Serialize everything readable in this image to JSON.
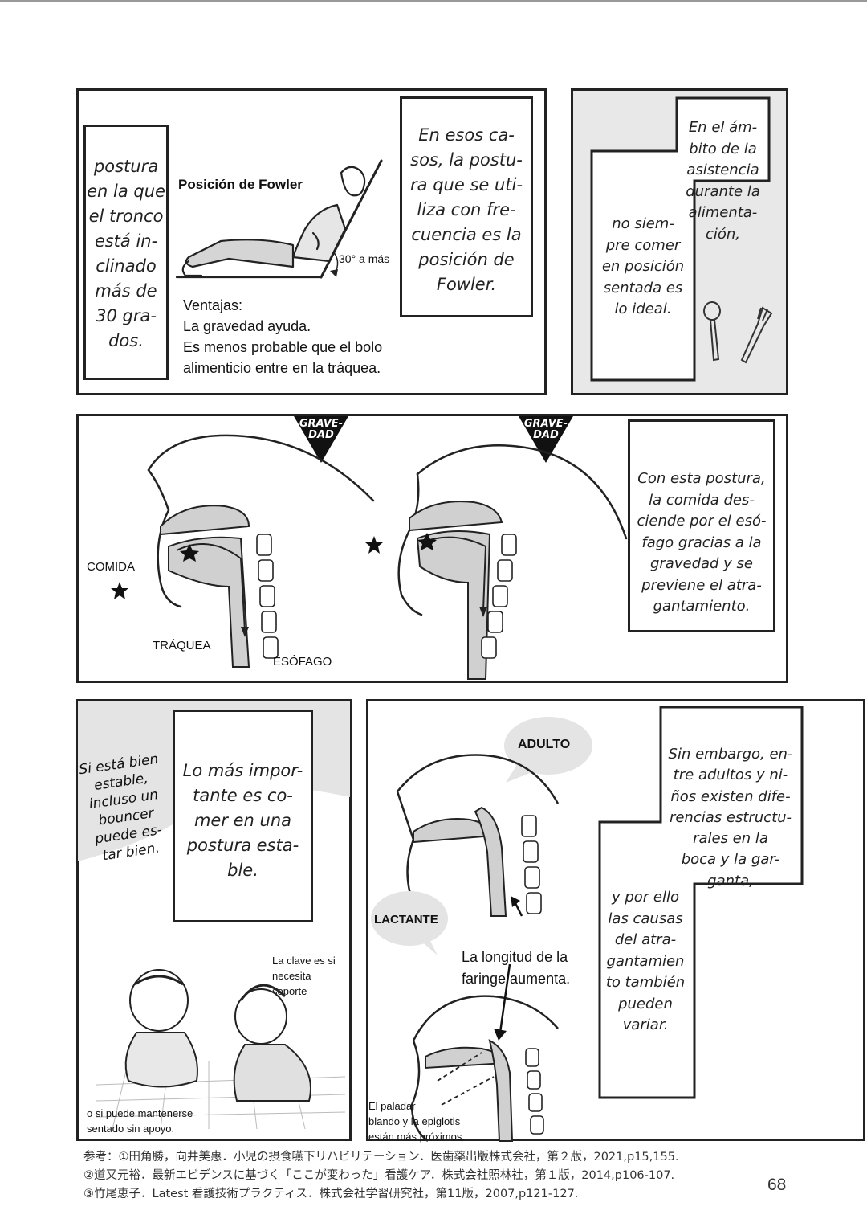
{
  "panel1": {
    "narration_left": "postura\nen la que\nel tronco\nestá in-\nclinado\nmás de\n30 gra-\ndos.",
    "fowler_label": "Posición de Fowler",
    "angle_label": "30° a más",
    "advantages": "Ventajas:\nLa gravedad ayuda.\nEs menos probable que el bolo\nalimenticio entre en la tráquea.",
    "narration_right": "En esos ca-\nsos, la postu-\nra que se uti-\nliza con fre-\ncuencia es la\nposición de\nFowler."
  },
  "panel2": {
    "narration_top": "En el ám-\nbito de la\nasistencia\ndurante la\nalimenta-\nción,",
    "narration_bottom": "no siem-\npre comer\nen posición\nsentada es\nlo ideal."
  },
  "panel3": {
    "gravity_label_1": "GRAVE-\nDAD",
    "gravity_label_2": "GRAVE-\nDAD",
    "food_label": "COMIDA",
    "trachea_label": "TRÁQUEA",
    "esophagus_label": "ESÓFAGO",
    "narration": "Con esta postura,\nla comida des-\nciende por el esó-\nfago gracias a la\ngravedad y se\npreviene el atra-\ngantamiento."
  },
  "panel4": {
    "handwritten": "Si está bien\nestable,\nincluso un\nbouncer\npuede es-\ntar bien.",
    "narration": "Lo más impor-\ntante es co-\nmer en una\npostura esta-\nble.",
    "note_support": "La clave es si\nnecesita\nsoporte",
    "note_sitting": "o si puede mantenerse\nsentado sin apoyo."
  },
  "panel5": {
    "adult_label": "ADULTO",
    "infant_label": "LACTANTE",
    "pharynx_label": "La longitud de la\nfaringe aumenta.",
    "palate_label": "El paladar\nblando y la epiglotis\nestán más próximos.",
    "narration_top": "Sin embargo, en-\ntre adultos y ni-\nños existen dife-\nrencias estructu-\nrales en la\nboca y la gar-\nganta,",
    "narration_bottom": "y por ello\nlas causas\ndel atra-\ngantamien\nto también\npueden\nvariar."
  },
  "references": {
    "line1": "参考：①田角勝，向井美惠．小児の摂食嚥下リハビリテーション．医歯薬出版株式会社，第２版，2021,p15,155.",
    "line2": "②道又元裕．最新エビデンスに基づく「ここが変わった」看護ケア．株式会社照林社，第１版，2014,p106-107.",
    "line3": "③竹尾恵子．Latest 看護技術プラクティス．株式会社学習研究社，第11版，2007,p121-127."
  },
  "page_number": "68"
}
